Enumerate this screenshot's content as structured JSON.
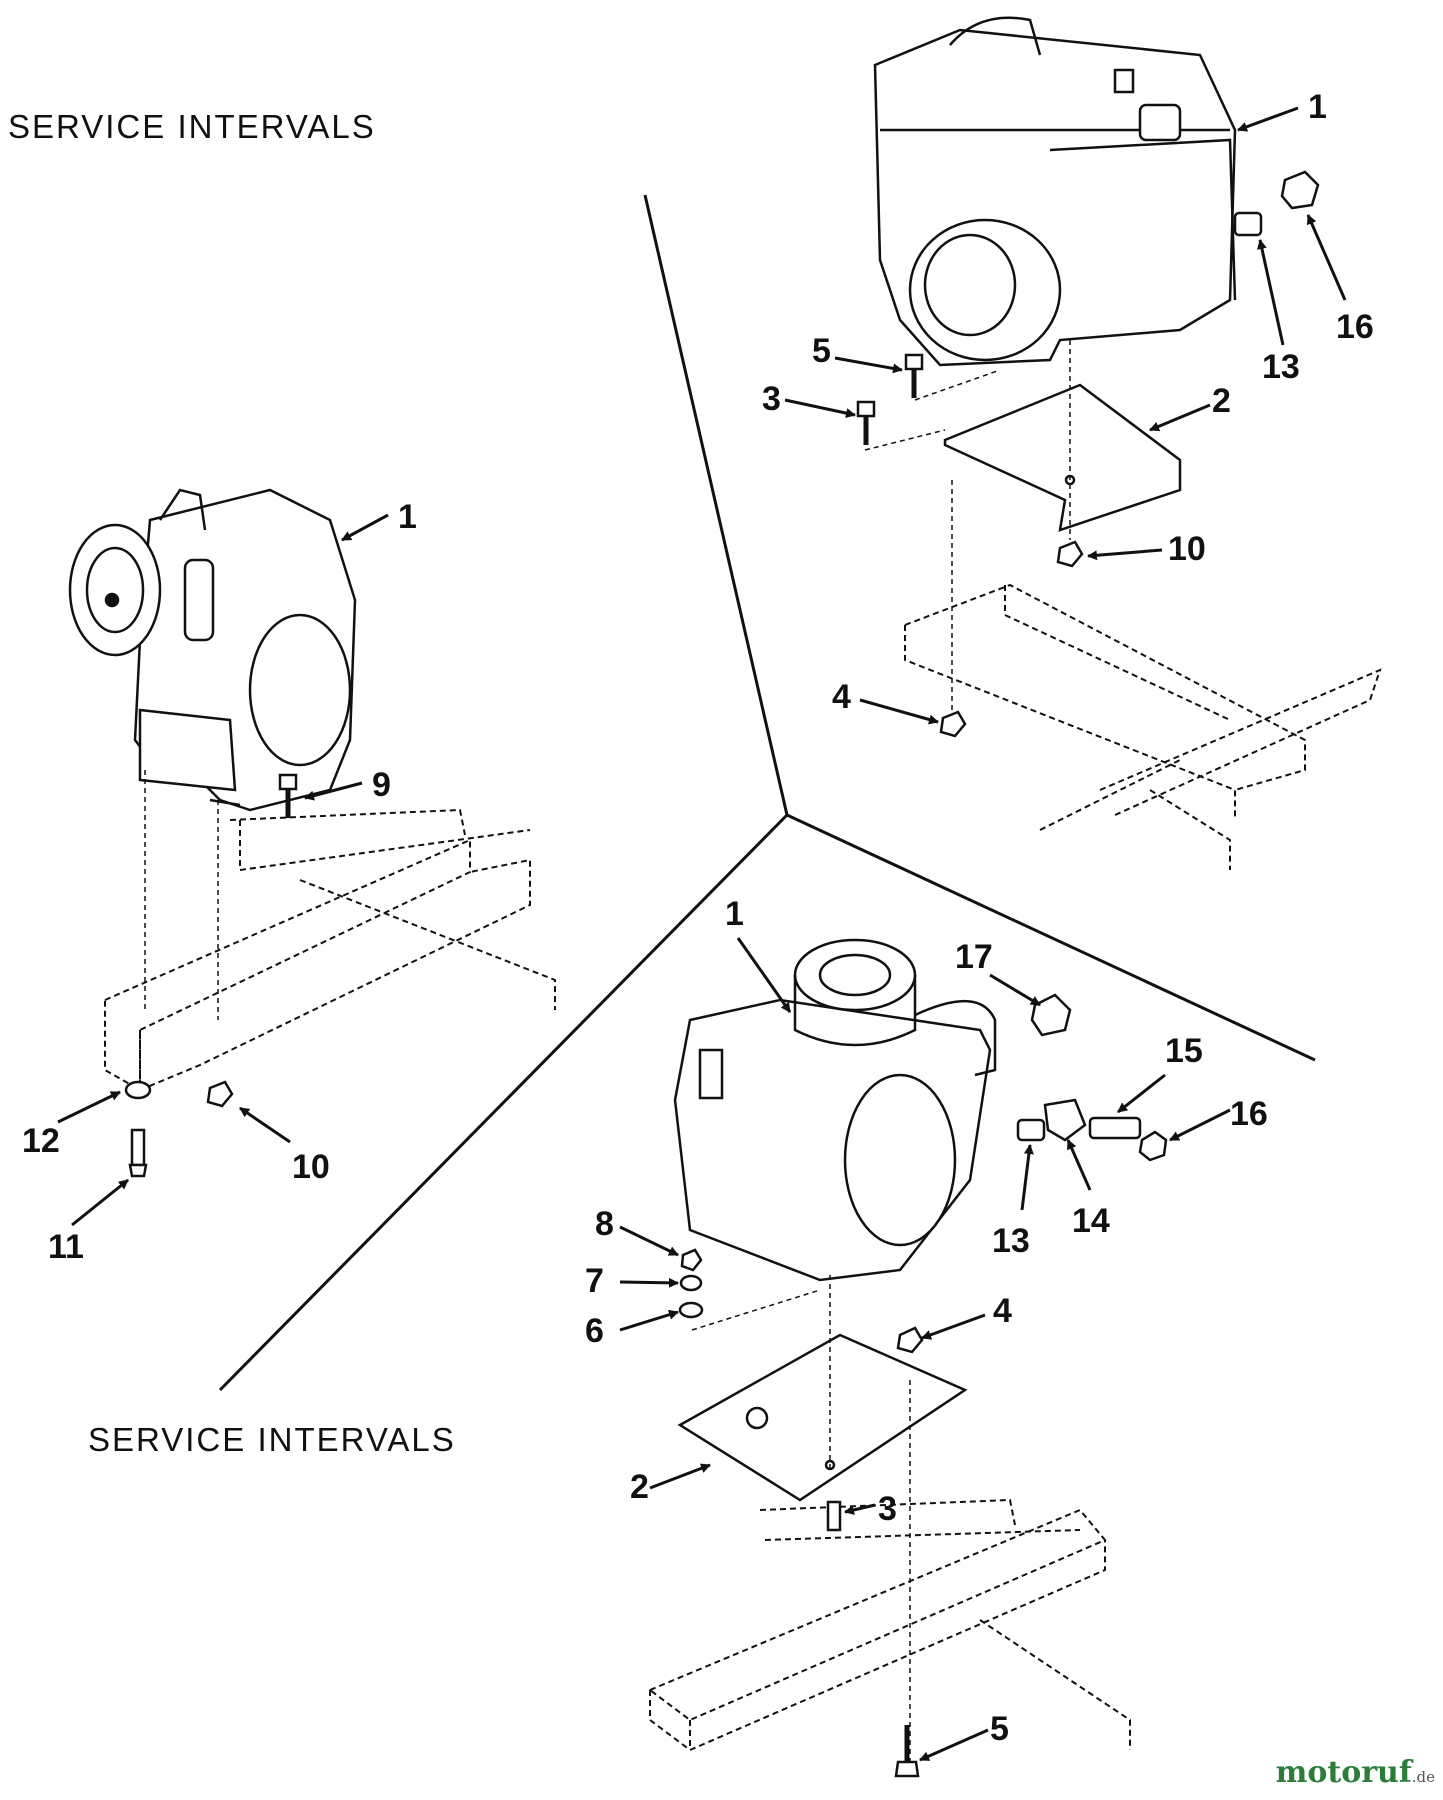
{
  "headings": {
    "top": "SERVICE INTERVALS",
    "bottom": "SERVICE INTERVALS"
  },
  "panels": {
    "left": {
      "callouts": [
        "1",
        "9",
        "12",
        "10",
        "11"
      ]
    },
    "top_right": {
      "callouts": [
        "1",
        "13",
        "16",
        "5",
        "3",
        "2",
        "10",
        "4"
      ]
    },
    "bottom": {
      "callouts": [
        "1",
        "17",
        "15",
        "16",
        "13",
        "14",
        "8",
        "7",
        "6",
        "4",
        "2",
        "3",
        "5"
      ]
    }
  },
  "watermark": {
    "brand": "motoruf",
    "suffix": ".de"
  },
  "colors": {
    "ink": "#111111",
    "watermark_green": "#2c7d3a",
    "watermark_orange": "#e85b1c"
  }
}
